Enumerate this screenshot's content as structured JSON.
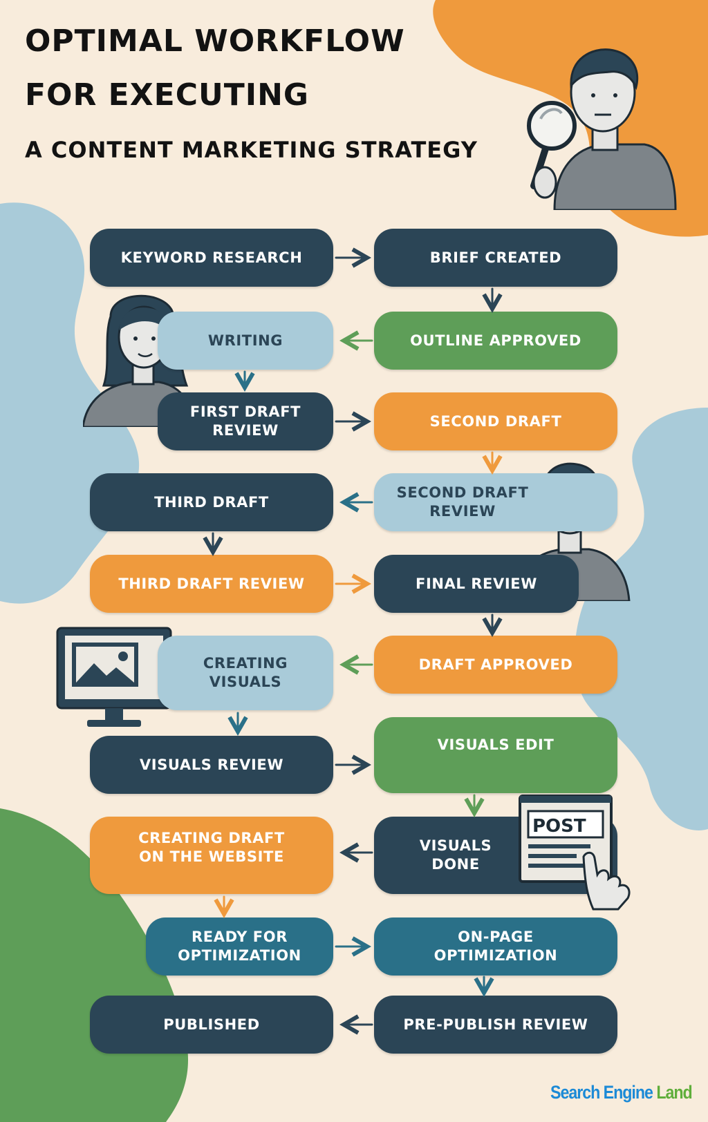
{
  "title": {
    "line1": "OPTIMAL WORKFLOW",
    "line2": "FOR EXECUTING",
    "line3": "A CONTENT MARKETING STRATEGY"
  },
  "steps": [
    {
      "label": "KEYWORD RESEARCH"
    },
    {
      "label": "BRIEF CREATED"
    },
    {
      "label": "OUTLINE APPROVED"
    },
    {
      "label": "WRITING"
    },
    {
      "label": "FIRST DRAFT\nREVIEW"
    },
    {
      "label": "SECOND DRAFT"
    },
    {
      "label": "SECOND DRAFT\nREVIEW"
    },
    {
      "label": "THIRD DRAFT"
    },
    {
      "label": "THIRD DRAFT REVIEW"
    },
    {
      "label": "FINAL REVIEW"
    },
    {
      "label": "DRAFT APPROVED"
    },
    {
      "label": "CREATING\nVISUALS"
    },
    {
      "label": "VISUALS REVIEW"
    },
    {
      "label": "VISUALS EDIT"
    },
    {
      "label": "VISUALS\nDONE"
    },
    {
      "label": "CREATING DRAFT\nON THE WEBSITE"
    },
    {
      "label": "READY FOR\nOPTIMIZATION"
    },
    {
      "label": "ON-PAGE\nOPTIMIZATION"
    },
    {
      "label": "PRE-PUBLISH REVIEW"
    },
    {
      "label": "PUBLISHED"
    }
  ],
  "illustrations": {
    "post_card_text": "POST"
  },
  "brand": {
    "part1": "Search Engine",
    "part2": "Land"
  },
  "colors": {
    "background": "#f8ecdc",
    "dark": "#2b4556",
    "green": "#5e9e58",
    "orange": "#ef9a3d",
    "light_blue": "#a9cbd9",
    "teal": "#2a7088",
    "brand_blue": "#1c8ad6",
    "brand_green": "#5fae3b"
  }
}
